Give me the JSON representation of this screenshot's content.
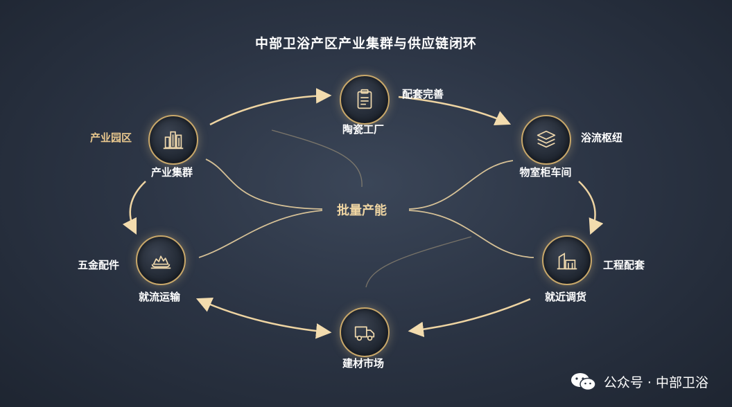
{
  "title": "中部卫浴产区产业集群与供应链闭环",
  "center": "批量产能",
  "nodes": {
    "industry_cluster": {
      "label": "产业集群",
      "side": "产业园区",
      "icon": "buildings-icon"
    },
    "ceramic_factory": {
      "label": "陶瓷工厂",
      "side": "配套完善",
      "icon": "clipboard-icon"
    },
    "cabinet_workshop": {
      "label": "物室柜车间",
      "side": "浴流枢纽",
      "icon": "stack-icon"
    },
    "nearby_dispatch": {
      "label": "就近调货",
      "side": "工程配套",
      "icon": "warehouse-icon"
    },
    "building_market": {
      "label": "建材市场",
      "icon": "truck-icon"
    },
    "local_transport": {
      "label": "就流运输",
      "side": "五金配件",
      "icon": "parts-icon"
    }
  },
  "footer": {
    "text": "公众号 · 中部卫浴",
    "icon": "wechat-icon"
  },
  "colors": {
    "gold": "#c9a86a",
    "light_gold": "#e9c88e",
    "background": "#2c3545"
  }
}
